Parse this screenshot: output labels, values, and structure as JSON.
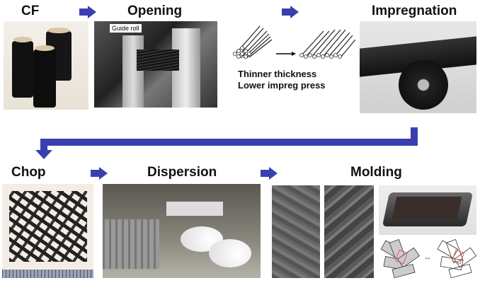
{
  "steps": {
    "cf": "CF",
    "opening": "Opening",
    "impregnation": "Impregnation",
    "chop": "Chop",
    "dispersion": "Dispersion",
    "molding": "Molding"
  },
  "opening_photo": {
    "guide_roll": "Guide roll"
  },
  "fiber_diagram": {
    "line1": "Thinner thickness",
    "line2": "Lower impreg press"
  },
  "colors": {
    "arrow": "#3a3fb0"
  }
}
